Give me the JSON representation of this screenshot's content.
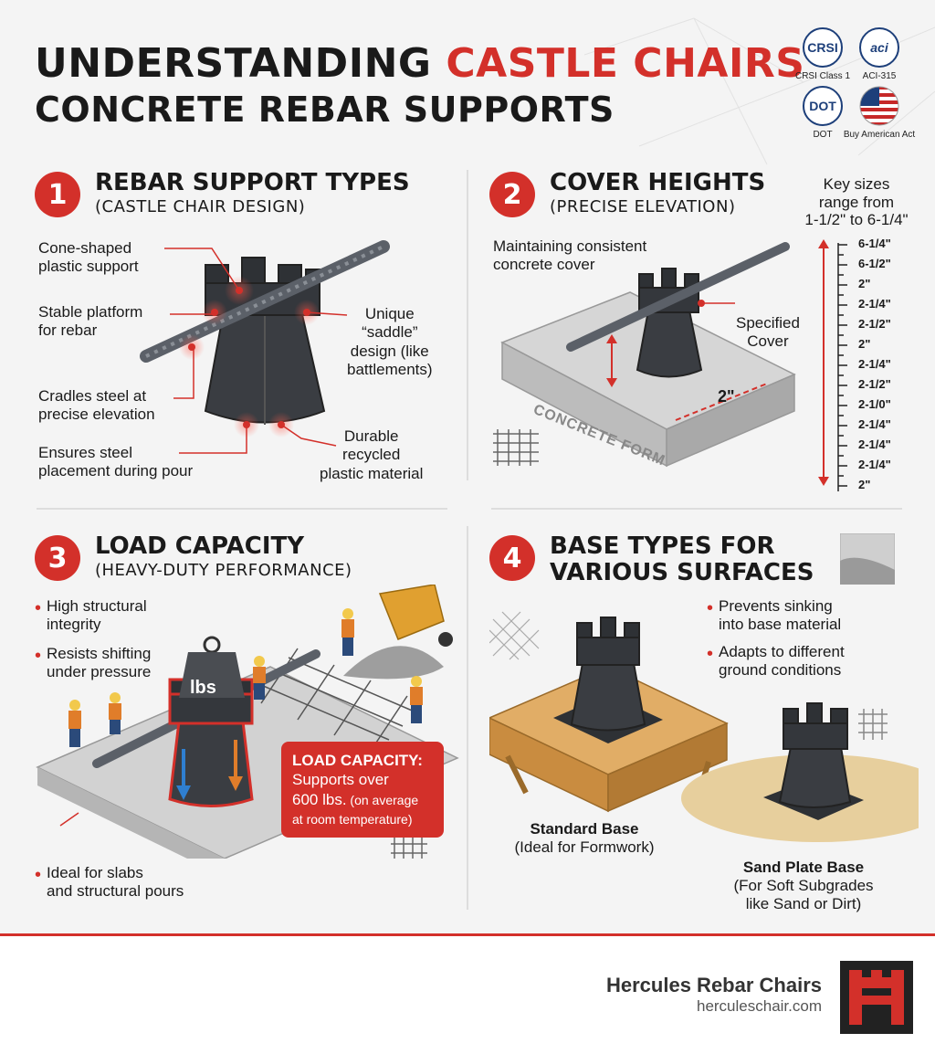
{
  "header": {
    "title_part1": "UNDERSTANDING ",
    "title_accent": "CASTLE CHAIRS",
    "title_line2": "CONCRETE REBAR SUPPORTS"
  },
  "badges": [
    {
      "icon_text": "CRSI",
      "label": "CRSI Class 1"
    },
    {
      "icon_text": "aci",
      "label": "ACI-315"
    },
    {
      "icon_text": "DOT",
      "label": "DOT"
    },
    {
      "icon_text": "",
      "label": "Buy American Act",
      "icon": "us-flag-icon"
    }
  ],
  "section1": {
    "number": "1",
    "title": "REBAR SUPPORT TYPES",
    "subtitle": "(CASTLE CHAIR DESIGN)",
    "labels": {
      "cone": "Cone-shaped\nplastic support",
      "platform": "Stable platform\nfor rebar",
      "saddle": "Unique\n“saddle”\ndesign (like\nbattlements)",
      "cradles": "Cradles steel at\nprecise elevation",
      "ensures": "Ensures steel\nplacement during pour",
      "durable": "Durable\nrecycled\nplastic material"
    }
  },
  "section2": {
    "number": "2",
    "title": "COVER HEIGHTS",
    "subtitle": "(PRECISE ELEVATION)",
    "maintaining": "Maintaining consistent\nconcrete cover",
    "specified": "Specified\nCover",
    "form_label": "CONCRETE FORM",
    "dimension": "2\"",
    "key_sizes": "Key sizes\nrange from\n1-1/2\" to 6-1/4\"",
    "ruler": [
      "6-1/4\"",
      "6-1/2\"",
      "2\"",
      "2-1/4\"",
      "2-1/2\"",
      "2\"",
      "2-1/4\"",
      "2-1/2\"",
      "2-1/0\"",
      "2-1/4\"",
      "2-1/4\"",
      "2-1/4\"",
      "2\""
    ]
  },
  "section3": {
    "number": "3",
    "title": "LOAD CAPACITY",
    "subtitle": "(HEAVY-DUTY PERFORMANCE)",
    "bullets": [
      "High structural\nintegrity",
      "Resists shifting\nunder pressure"
    ],
    "weight_label": "lbs",
    "box_title": "LOAD CAPACITY:",
    "box_main": "Supports over\n600 lbs.",
    "box_note": " (on average\nat room temperature)",
    "bottom_bullet": "Ideal for slabs\nand structural pours"
  },
  "section4": {
    "number": "4",
    "title": "BASE TYPES FOR\nVARIOUS SURFACES",
    "bullets": [
      "Prevents sinking\ninto base material",
      "Adapts to different\nground conditions"
    ],
    "standard_title": "Standard Base",
    "standard_sub": "(Ideal for Formwork)",
    "sand_title": "Sand Plate Base",
    "sand_sub": "(For Soft Subgrades\nlike Sand or Dirt)"
  },
  "footer": {
    "brand": "Hercules Rebar Chairs",
    "url": "herculeschair.com"
  },
  "colors": {
    "accent": "#d3302a",
    "dark": "#1a1a1a",
    "chair": "#3a3d42",
    "concrete": "#c9c9c9",
    "wood": "#d9a35a",
    "sand": "#e7cf9d"
  }
}
